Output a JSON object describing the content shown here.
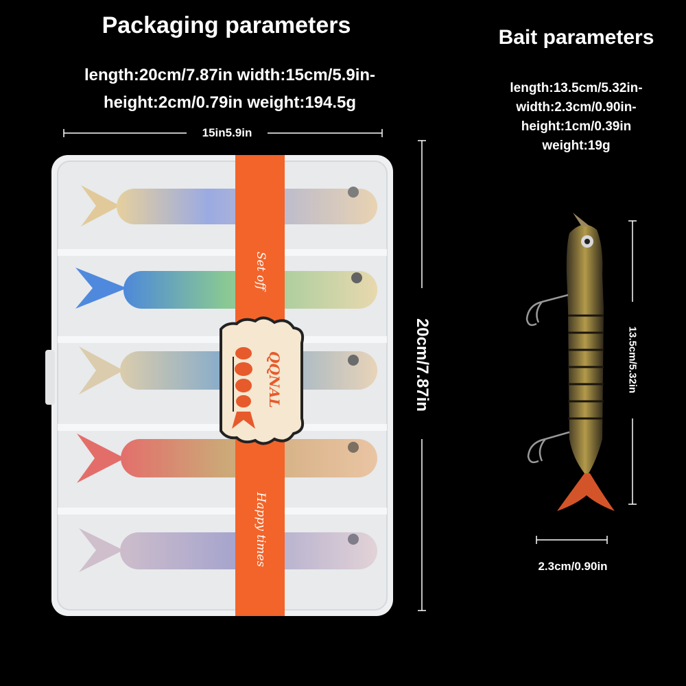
{
  "packaging": {
    "title": "Packaging parameters",
    "spec_line1": "length:20cm/7.87in width:15cm/5.9in-",
    "spec_line2": "height:2cm/0.79in weight:194.5g",
    "width_label": "15in5.9in",
    "height_label": "20cm/7.87in"
  },
  "bait": {
    "title": "Bait parameters",
    "spec_line1": "length:13.5cm/5.32in-",
    "spec_line2": "width:2.3cm/0.90in-",
    "spec_line3": "height:1cm/0.39in",
    "spec_line4": "weight:19g",
    "length_label": "13.5cm/5.32in",
    "width_label": "2.3cm/0.90in"
  },
  "band": {
    "top_text": "Set off",
    "bottom_text": "Happy times",
    "brand": "QQNAL"
  },
  "colors": {
    "background": "#000000",
    "band": "#f2642a",
    "box": "#eef0f2",
    "text": "#ffffff"
  }
}
